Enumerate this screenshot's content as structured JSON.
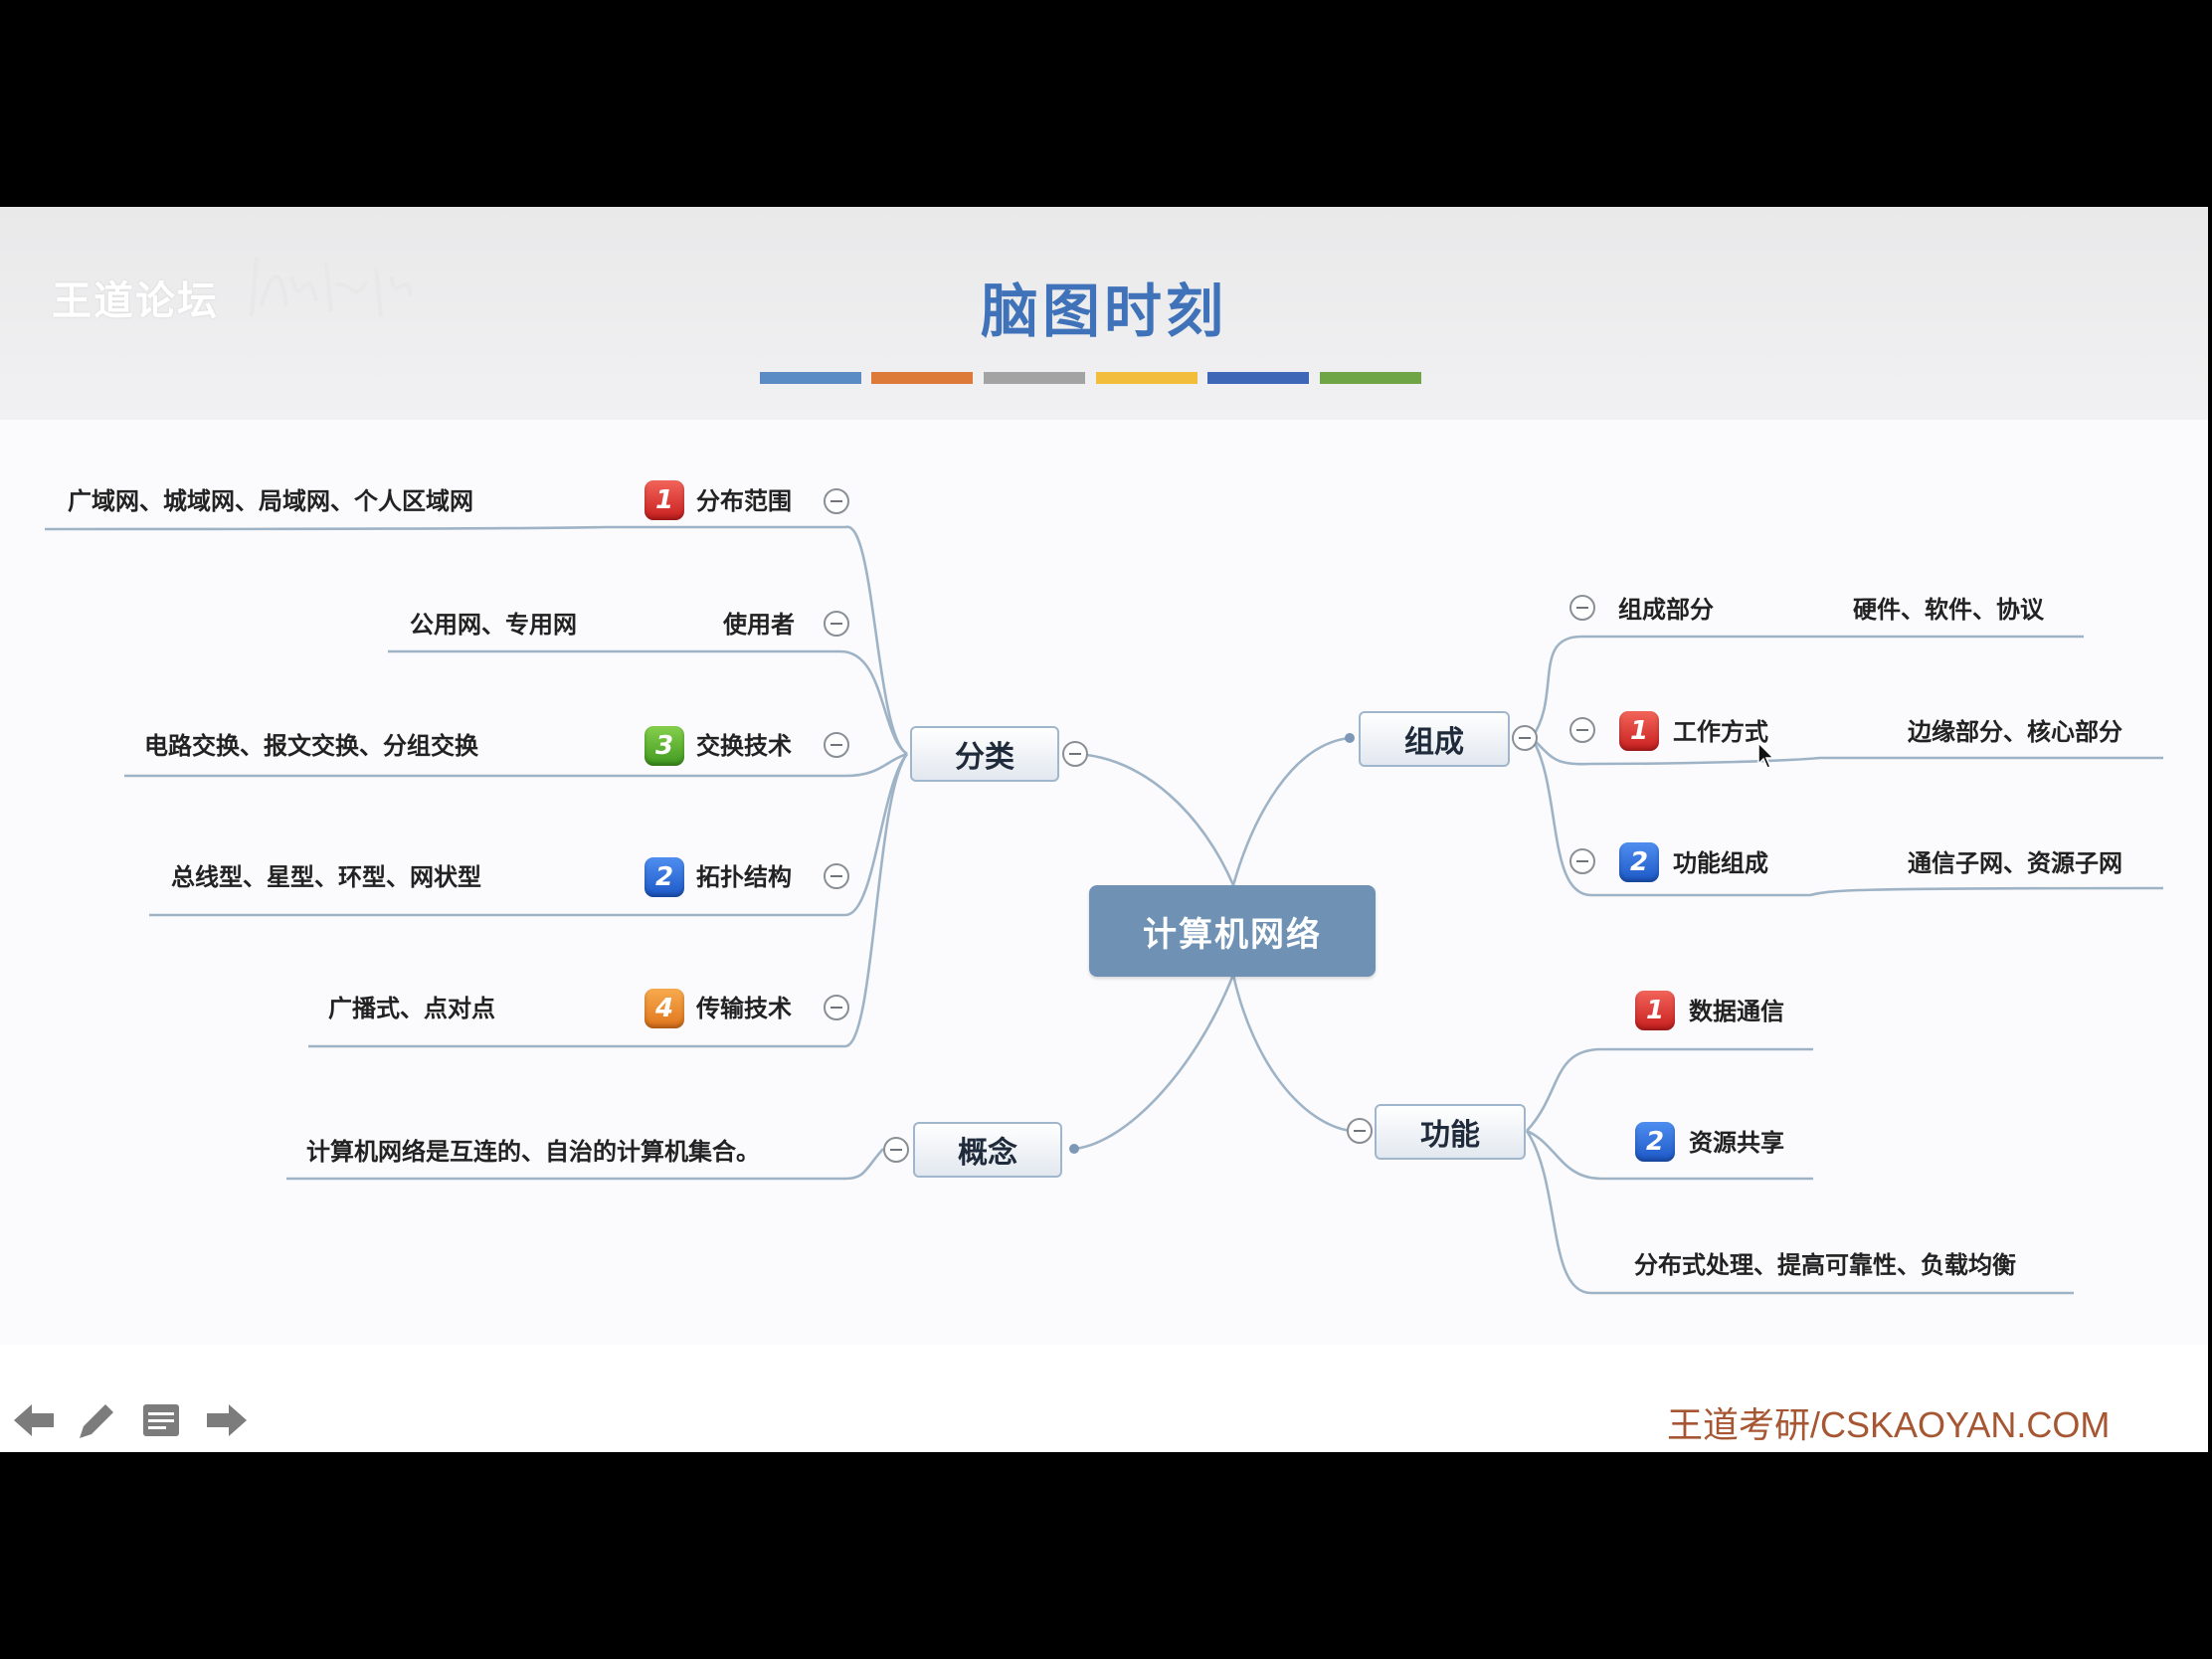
{
  "header": {
    "forum_name": "王道论坛",
    "title": "脑图时刻",
    "stripe_colors": [
      "#5b8bc5",
      "#dd7a3a",
      "#a3a3a3",
      "#f2bd3b",
      "#3f67b8",
      "#6fa544"
    ]
  },
  "mindmap": {
    "root": "计算机网络",
    "classification": {
      "label": "分类",
      "items": [
        {
          "badge": "1",
          "name": "分布范围",
          "detail": "广域网、城域网、局域网、个人区域网"
        },
        {
          "badge": "",
          "name": "使用者",
          "detail": "公用网、专用网"
        },
        {
          "badge": "3",
          "name": "交换技术",
          "detail": "电路交换、报文交换、分组交换"
        },
        {
          "badge": "2",
          "name": "拓扑结构",
          "detail": "总线型、星型、环型、网状型"
        },
        {
          "badge": "4",
          "name": "传输技术",
          "detail": "广播式、点对点"
        }
      ]
    },
    "concept": {
      "label": "概念",
      "detail": "计算机网络是互连的、自治的计算机集合。"
    },
    "composition": {
      "label": "组成",
      "items": [
        {
          "badge": "",
          "name": "组成部分",
          "detail": "硬件、软件、协议"
        },
        {
          "badge": "1",
          "name": "工作方式",
          "detail": "边缘部分、核心部分"
        },
        {
          "badge": "2",
          "name": "功能组成",
          "detail": "通信子网、资源子网"
        }
      ]
    },
    "function": {
      "label": "功能",
      "items": [
        {
          "badge": "1",
          "name": "数据通信"
        },
        {
          "badge": "2",
          "name": "资源共享"
        },
        {
          "badge": "",
          "name": "分布式处理、提高可靠性、负载均衡"
        }
      ]
    }
  },
  "footer": {
    "brand": "王道考研/CSKAOYAN.COM",
    "nav": [
      "back-arrow-icon",
      "pen-icon",
      "notes-icon",
      "forward-arrow-icon"
    ]
  }
}
